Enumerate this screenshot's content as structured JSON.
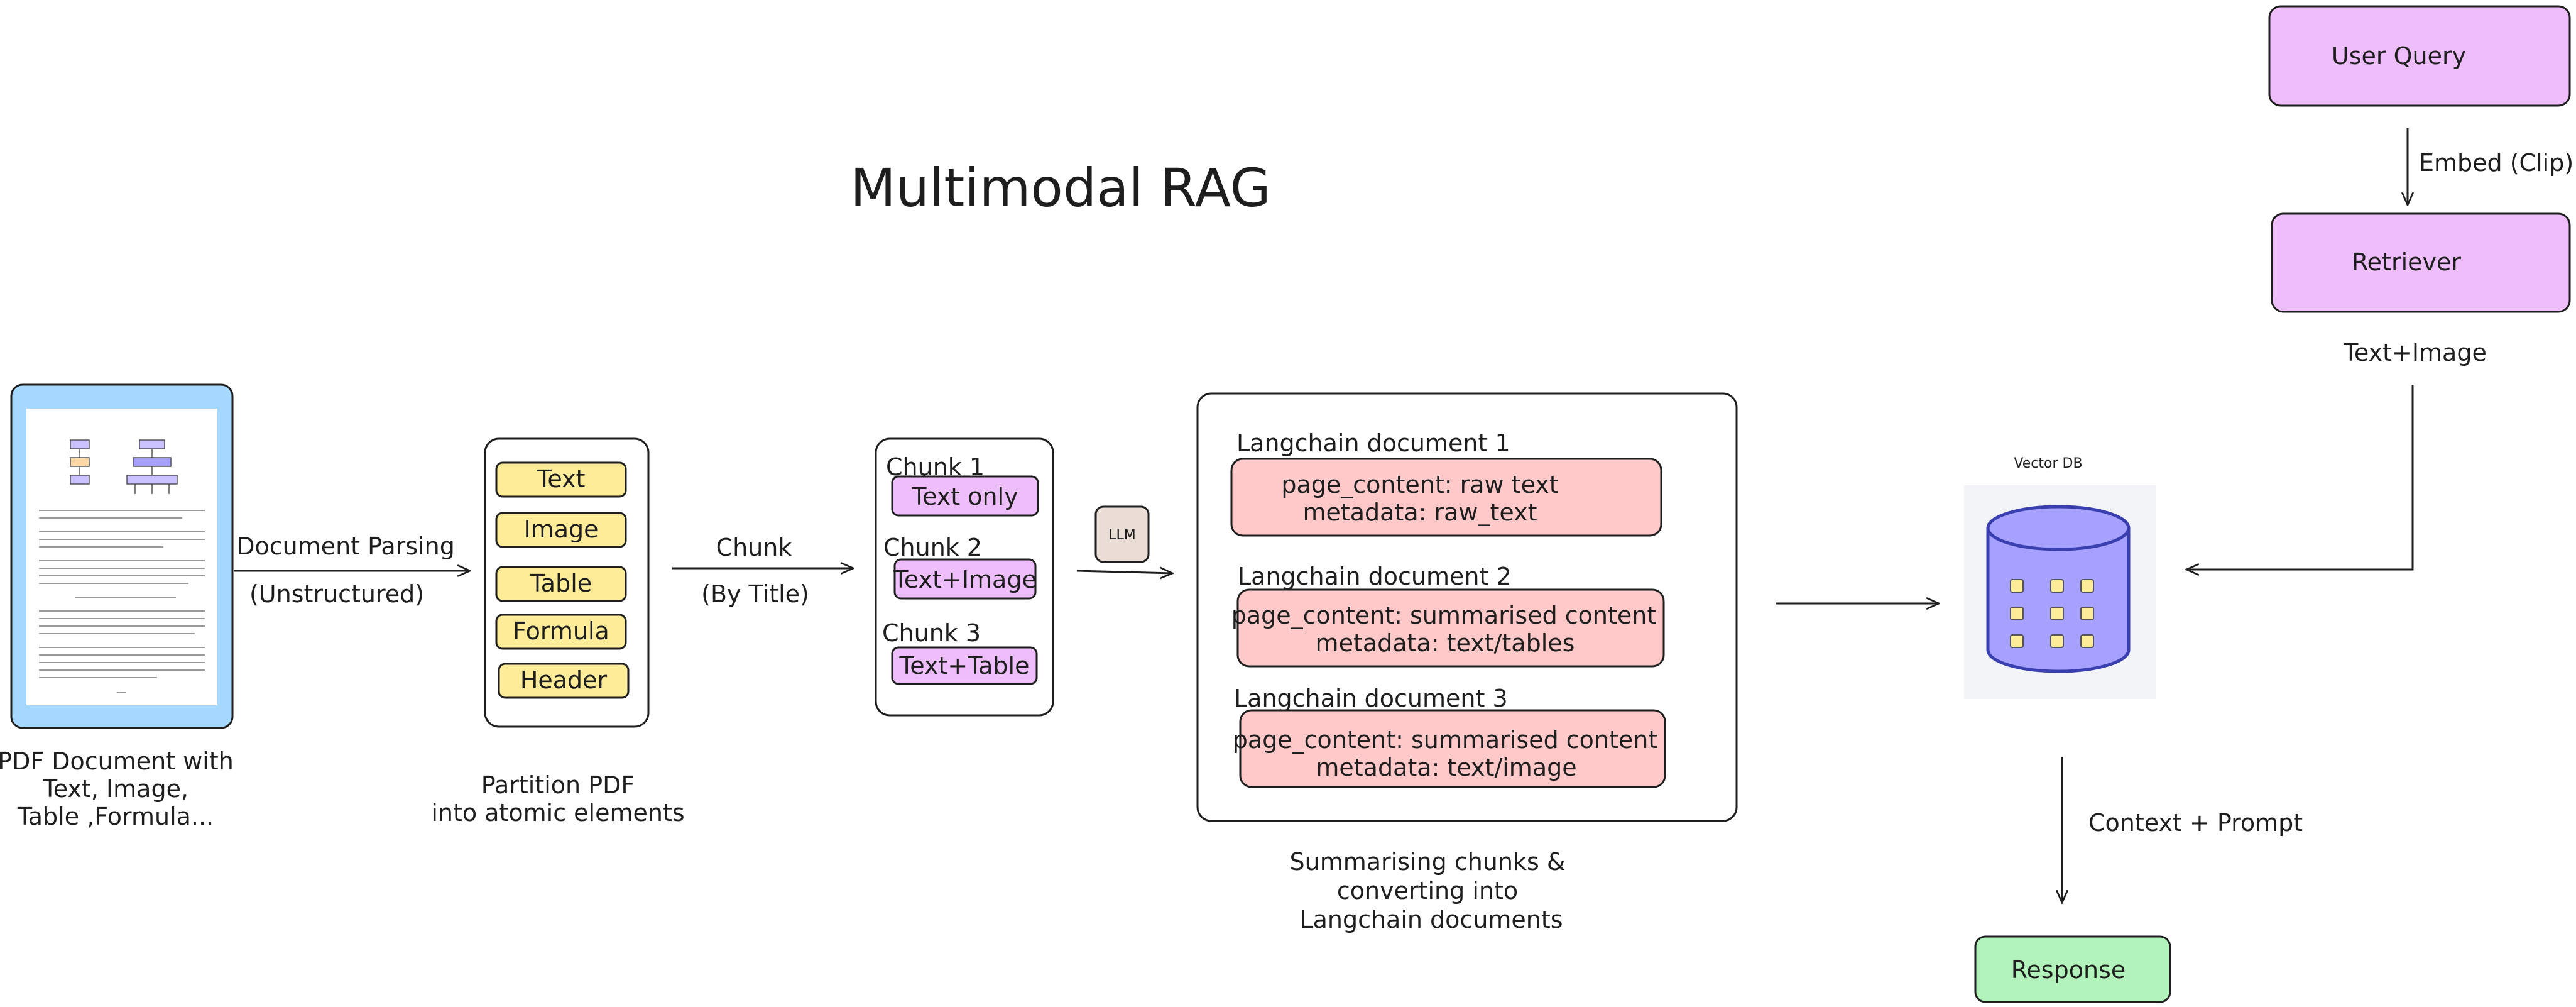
{
  "title": "Multimodal RAG",
  "pdf": {
    "caption": [
      "PDF Document with",
      "Text, Image,",
      "Table ,Formula..."
    ]
  },
  "parsing_arrow": {
    "line1": "Document Parsing",
    "line2": "(Unstructured)"
  },
  "partition": {
    "elements": [
      "Text",
      "Image",
      "Table",
      "Formula",
      "Header"
    ],
    "caption": [
      "Partition PDF",
      "into atomic elements"
    ]
  },
  "chunk_arrow": {
    "line1": "Chunk",
    "line2": "(By Title)"
  },
  "chunks": [
    {
      "title": "Chunk 1",
      "content": "Text only"
    },
    {
      "title": "Chunk 2",
      "content": "Text+Image"
    },
    {
      "title": "Chunk 3",
      "content": "Text+Table"
    }
  ],
  "llm": "LLM",
  "langchain_docs": [
    {
      "title": "Langchain document 1",
      "line1": "page_content: raw text",
      "line2": "metadata: raw_text"
    },
    {
      "title": "Langchain document 2",
      "line1": "page_content: summarised content",
      "line2": "metadata: text/tables"
    },
    {
      "title": "Langchain document 3",
      "line1": "page_content: summarised content",
      "line2": "metadata: text/image"
    }
  ],
  "summary_caption": [
    "Summarising chunks &",
    "converting into",
    "Langchain documents"
  ],
  "vector_db": {
    "label": "Vector DB"
  },
  "user_query": "User Query",
  "embed_label": "Embed (Clip)",
  "retriever": "Retriever",
  "text_image_label": "Text+Image",
  "context_label": "Context + Prompt",
  "response": "Response",
  "colors": {
    "pdf_frame": "#a5d8ff",
    "partition_fill": "#ffec99",
    "chunk_fill": "#eebefa",
    "doc_fill": "#ffc9c9",
    "llm_fill": "#e9ddd6",
    "db_fill": "#a6a1ff",
    "db_dot": "#ffec99",
    "query_fill": "#eebefa",
    "response_fill": "#b2f2bb",
    "stroke": "#1e1e1e"
  }
}
